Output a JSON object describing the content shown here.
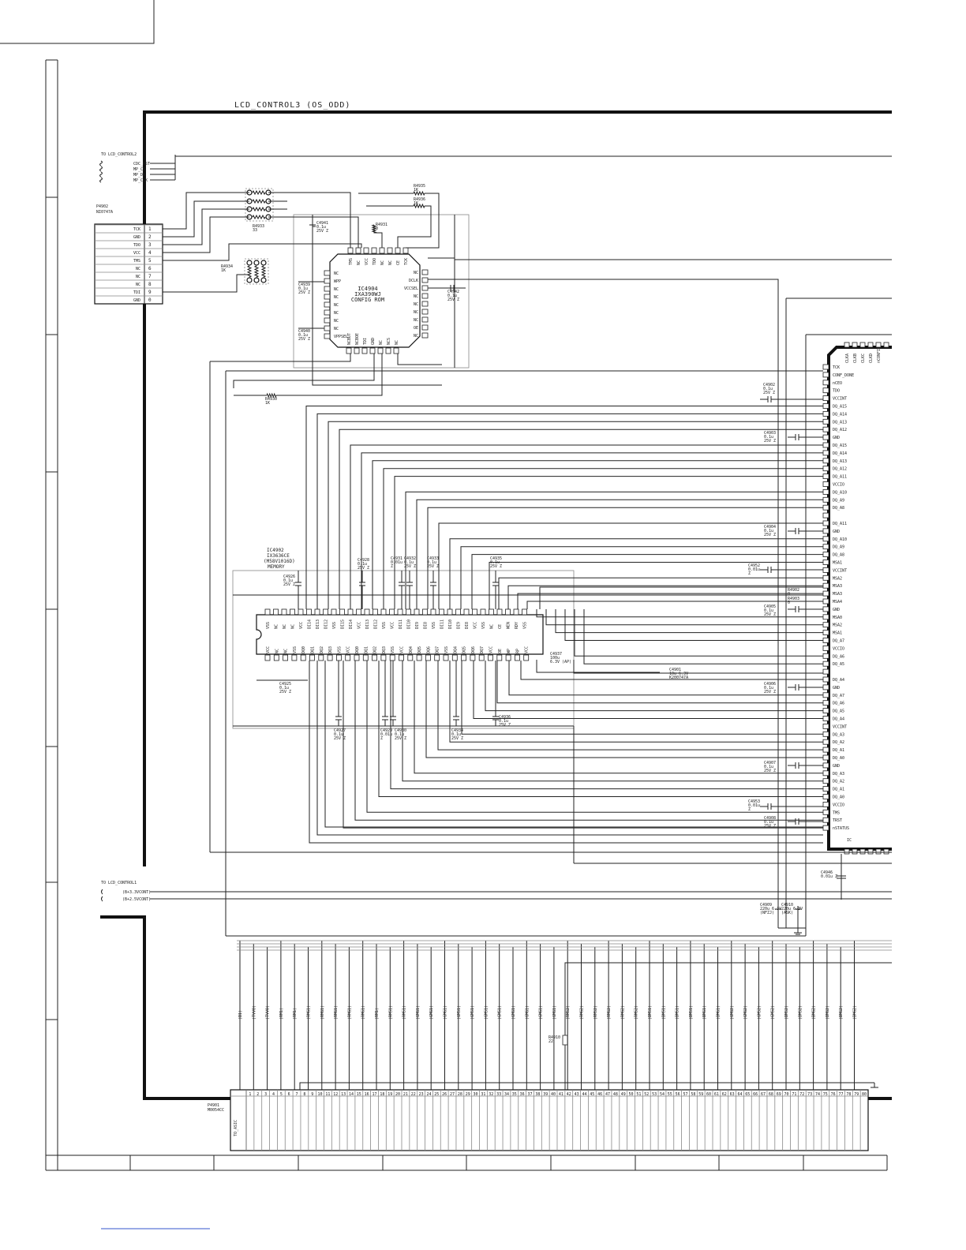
{
  "title": "LCD_CONTROL3  (OS_ODD)",
  "to_lcd_control2": "TO LCD_CONTROL2",
  "to_lcd_control1": "TO LCD_CONTROL1",
  "ctrl2_nets": [
    "CDC_RST",
    "MP_CS",
    "MP_DA",
    "MP_CLK"
  ],
  "ctrl1_nets": [
    "(B+3.3VCONT)",
    "(B+2.5VCONT)"
  ],
  "p4902": {
    "ref": "P4902",
    "part": "NI0747A",
    "pins": [
      {
        "name": "TCK",
        "num": "1"
      },
      {
        "name": "GND",
        "num": "2"
      },
      {
        "name": "TDO",
        "num": "3"
      },
      {
        "name": "VCC",
        "num": "4"
      },
      {
        "name": "TMS",
        "num": "5"
      },
      {
        "name": "NC",
        "num": "6"
      },
      {
        "name": "NC",
        "num": "7"
      },
      {
        "name": "NC",
        "num": "8"
      },
      {
        "name": "TDI",
        "num": "9"
      },
      {
        "name": "GND",
        "num": "0"
      }
    ]
  },
  "ic4904": {
    "ref": "IC4904",
    "part": "IXA390WJ",
    "desc": "CONFIG ROM",
    "left_pins": [
      "NC",
      "WPP",
      "NC",
      "NC",
      "NC",
      "NC",
      "NC",
      "NC",
      "VPPSEL"
    ],
    "right_pins": [
      "NC",
      "DCLK",
      "VCCSEL",
      "NC",
      "NC",
      "NC",
      "NC",
      "OE",
      "NC"
    ],
    "top_pins": [
      "TMS",
      "NC",
      "VCC",
      "TDO",
      "NC",
      "NC",
      "CE",
      "TCK"
    ],
    "bottom_pins": [
      "NCBUT",
      "NCBOE",
      "TDI",
      "GND",
      "NC",
      "NCS",
      "NC"
    ]
  },
  "ic4902": {
    "ref": "IC4902",
    "part": "IX3636CE",
    "alt": "(M58V1016D)",
    "desc": "MEMORY",
    "top_pins": [
      "VSS",
      "NC",
      "NC",
      "NC",
      "VCC",
      "DI14",
      "DI13",
      "DI12",
      "VSS",
      "DI15",
      "DI14",
      "VCC",
      "DI13",
      "DI12",
      "VSS",
      "VCC",
      "DI11",
      "DI10",
      "DI9",
      "DI8",
      "VSS",
      "DI11",
      "DI10",
      "DI9",
      "DI8",
      "VCC",
      "VSS",
      "NC",
      "CE",
      "WEN",
      "RDY",
      "VSS"
    ],
    "bottom_pins": [
      "VCC",
      "NC",
      "NC",
      "VSS",
      "DQ0",
      "DQ1",
      "DQ2",
      "DQ3",
      "VSS",
      "VCC",
      "DQ0",
      "DQ1",
      "DQ2",
      "DQ3",
      "VSS",
      "VCC",
      "DQ4",
      "DQ5",
      "DQ6",
      "DQ7",
      "VSS",
      "DQ4",
      "DQ5",
      "DQ6",
      "DQ7",
      "VCC",
      "OE",
      "WP",
      "RP",
      "VCC"
    ]
  },
  "fpga_pins": [
    "TCK",
    "CONF_DONE",
    "nCEO",
    "TDO",
    "VCCINT",
    "DQ_A15",
    "DQ_A14",
    "DQ_A13",
    "DQ_A12",
    "GND",
    "DQ_A15",
    "DQ_A14",
    "DQ_A13",
    "DQ_A12",
    "DQ_A11",
    "VCCIO",
    "DQ_A10",
    "DQ_A9",
    "DQ_A8",
    "",
    "DQ_A11",
    "GND",
    "DQ_A10",
    "DQ_A9",
    "DQ_A8",
    "MSA1",
    "VCCINT",
    "MSA2",
    "MSA3",
    "MSA3",
    "MSA4",
    "GND",
    "MSA0",
    "MSA2",
    "MSA1",
    "DQ_A7",
    "VCCIO",
    "DQ_A6",
    "DQ_A5",
    "",
    "DQ_A4",
    "GND",
    "DQ_A7",
    "DQ_A6",
    "DQ_A5",
    "DQ_A4",
    "VCCINT",
    "DQ_A3",
    "DQ_A2",
    "DQ_A1",
    "DQ_A0",
    "GND",
    "DQ_A3",
    "DQ_A2",
    "DQ_A1",
    "DQ_A0",
    "VCCIO",
    "TMS",
    "TRST",
    "nSTATUS"
  ],
  "fpga_top_labels": [
    "CLKA",
    "CLKB",
    "CLKC",
    "CLKD",
    "nCONFIG"
  ],
  "fpga_bottom_ref": "IC",
  "components": [
    {
      "ref": "R4935",
      "val": "1K"
    },
    {
      "ref": "R4936",
      "val": "1K"
    },
    {
      "ref": "R4933",
      "val": "33"
    },
    {
      "ref": "R4931",
      "val": "0"
    },
    {
      "ref": "R4934",
      "val": "1K"
    },
    {
      "ref": "R4930",
      "val": "1K"
    },
    {
      "ref": "C4941",
      "val": "0.1u",
      "rating": "25V Z"
    },
    {
      "ref": "C4939",
      "val": "0.1u",
      "rating": "25V Z"
    },
    {
      "ref": "C4940",
      "val": "0.1u",
      "rating": "25V Z"
    },
    {
      "ref": "C4942",
      "val": "0.1u",
      "rating": "25V Z"
    },
    {
      "ref": "C4902",
      "val": "0.1u",
      "rating": "25V Z"
    },
    {
      "ref": "C4903",
      "val": "0.1u",
      "rating": "25V Z"
    },
    {
      "ref": "C4904",
      "val": "0.1u",
      "rating": "25V Z"
    },
    {
      "ref": "C4952",
      "val": "0.01u",
      "rating": "Z"
    },
    {
      "ref": "C4905",
      "val": "0.1u",
      "rating": "25V Z"
    },
    {
      "ref": "C4906",
      "val": "0.1u",
      "rating": "25V Z"
    },
    {
      "ref": "C4907",
      "val": "0.1u",
      "rating": "25V Z"
    },
    {
      "ref": "C4953",
      "val": "0.01u",
      "rating": "Z"
    },
    {
      "ref": "C4908",
      "val": "0.1u",
      "rating": "25V Z"
    },
    {
      "ref": "C4926",
      "val": "0.1u",
      "rating": "25V Z"
    },
    {
      "ref": "C4928",
      "val": "0.1u",
      "rating": "25V Z"
    },
    {
      "ref": "C4931",
      "val": "0.01u",
      "rating": "Z"
    },
    {
      "ref": "C4932",
      "val": "0.1u",
      "rating": "25V Z"
    },
    {
      "ref": "C4933",
      "val": "0.1u",
      "rating": "25V Z"
    },
    {
      "ref": "C4935",
      "val": "0.1u",
      "rating": "25V Z"
    },
    {
      "ref": "C4925",
      "val": "0.1u",
      "rating": "25V Z"
    },
    {
      "ref": "C4927",
      "val": "0.1u",
      "rating": "25V Z"
    },
    {
      "ref": "C4929",
      "val": "0.01u",
      "rating": "Z"
    },
    {
      "ref": "C4930",
      "val": "0.1u",
      "rating": "25V Z"
    },
    {
      "ref": "C4934",
      "val": "0.1u",
      "rating": "25V Z"
    },
    {
      "ref": "C4936",
      "val": "0.1u",
      "rating": "25V Z"
    },
    {
      "ref": "C4937",
      "val": "100u",
      "rating": "6.3V (AP)"
    },
    {
      "ref": "C4901",
      "val": "10u 6.3V",
      "rating": "K200747A"
    },
    {
      "ref": "C4946",
      "val": "0.01u Z",
      "rating": ""
    },
    {
      "ref": "C4909",
      "val": "220u 6.3V",
      "rating": "(NFZJ)"
    },
    {
      "ref": "C4910",
      "val": "220u 6.3V",
      "rating": "(ASK)"
    },
    {
      "ref": "R4902",
      "val": "0",
      "rating": ""
    },
    {
      "ref": "R4903",
      "val": "0",
      "rating": ""
    },
    {
      "ref": "R4910",
      "val": "22",
      "rating": ""
    }
  ],
  "p4901": {
    "ref": "P4901",
    "part": "M0054CC",
    "label": "TO_ASIC",
    "pin_count": 80
  },
  "bottom_bus_labels": [
    "(B1)",
    "(TVV0)",
    "(TVV0)",
    "(RM1)",
    "(RM1)",
    "(RMG1)",
    "(RMG1)",
    "(RMG1)",
    "(RMG1)",
    "(RMG1)",
    "(RM1)",
    "(RMS1)",
    "(RMS1)",
    "(GMG1)",
    "(GMG1)",
    "(GMG1)",
    "(GMS1)",
    "(GMS1)",
    "(GMS1)",
    "(GMS1)",
    "(GMG1)",
    "(GMG1)",
    "(GMG1)",
    "(GMG1)",
    "(RMS2)",
    "(RMG2)",
    "(RMS2)",
    "(RMG2)",
    "(RMG2)",
    "(RMS2)",
    "(BMS1)",
    "(BMS1)",
    "(BMS1)",
    "(BMS1)",
    "(BMG1)",
    "(BMG1)",
    "(GMG2)",
    "(GMG2)",
    "(GMS2)",
    "(GMS2)",
    "(BMS2)",
    "(BMS2)",
    "(BMG2)",
    "(BMG2)",
    "(BMG2)",
    "(BMG2)"
  ]
}
